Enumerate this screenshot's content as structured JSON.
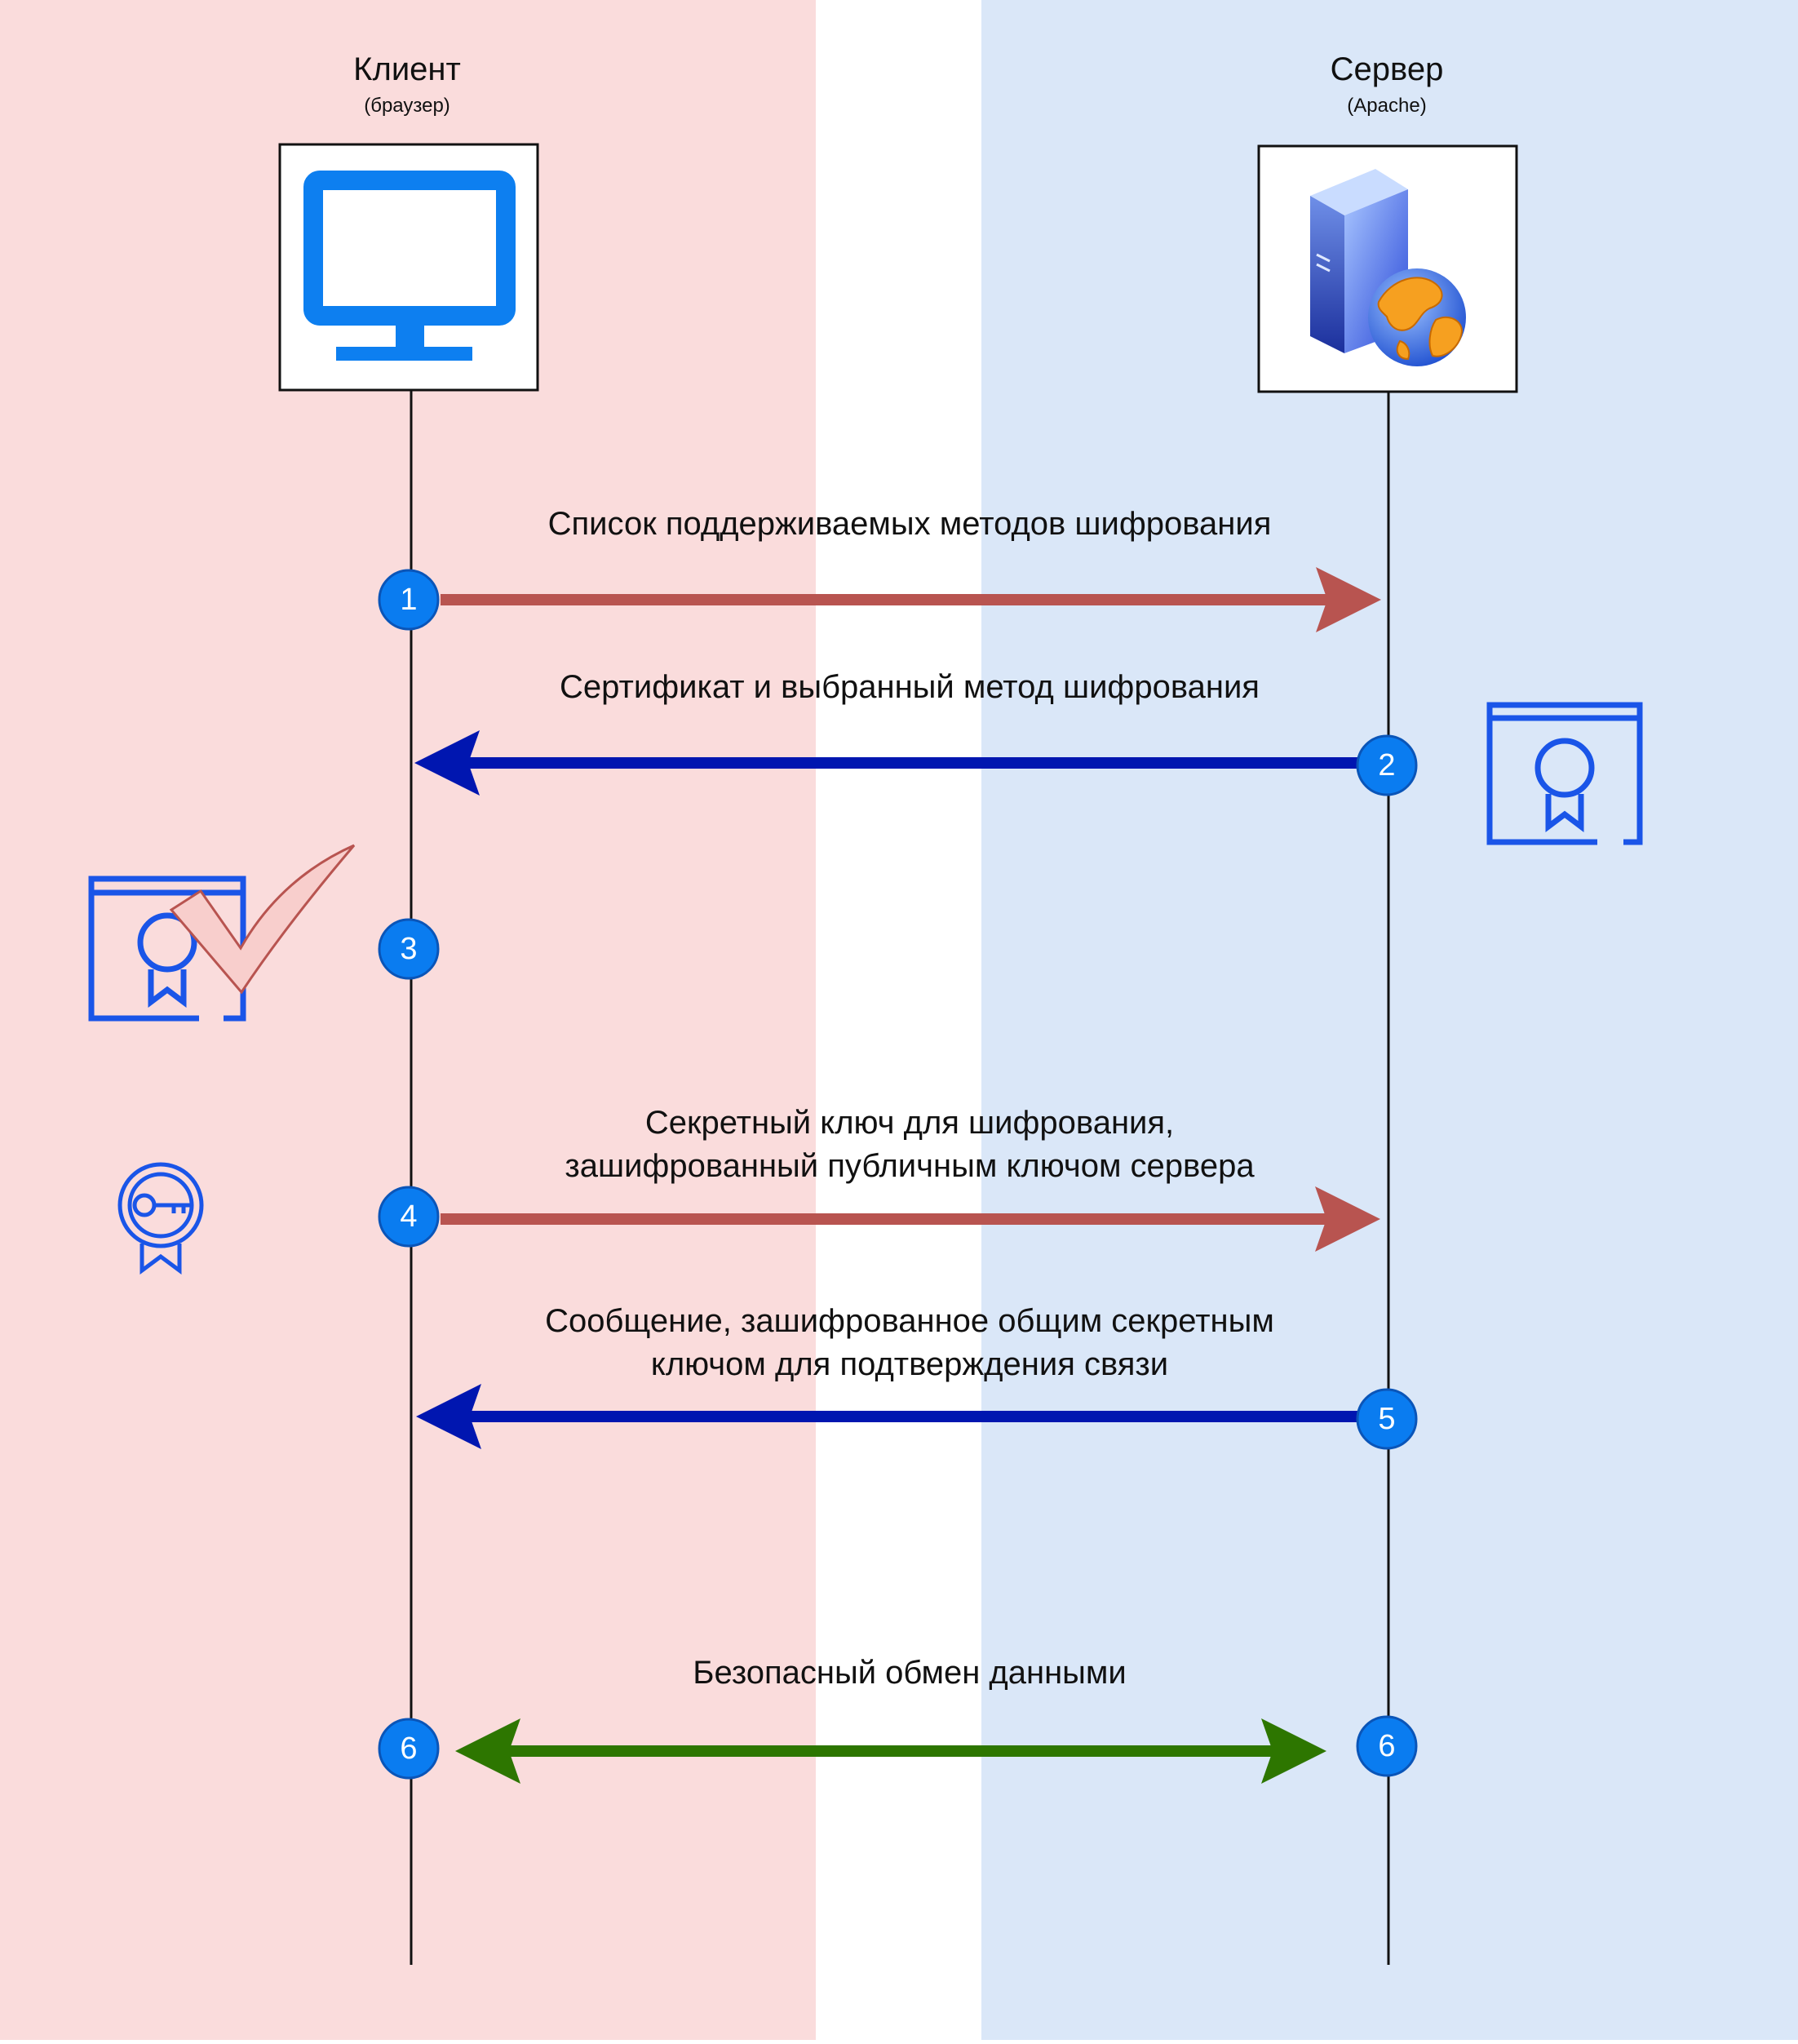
{
  "colors": {
    "client_zone": "#fadcdc",
    "server_zone": "#dae7f8",
    "red_arrow": "#b85450",
    "blue_arrow": "#0016b0",
    "green_arrow": "#2d7600",
    "badge": "#0a7cf0",
    "cert_blue": "#1a55e8"
  },
  "actors": {
    "client": {
      "title": "Клиент",
      "subtitle": "(браузер)",
      "icon": "monitor-icon"
    },
    "server": {
      "title": "Сервер",
      "subtitle": "(Apache)",
      "icon": "server-globe-icon"
    }
  },
  "steps": [
    {
      "number": "1",
      "text": [
        "Список поддерживаемых методов шифрования"
      ],
      "direction": "client-to-server",
      "color": "red"
    },
    {
      "number": "2",
      "text": [
        "Сертификат и выбранный метод шифрования"
      ],
      "direction": "server-to-client",
      "color": "blue"
    },
    {
      "number": "3",
      "text": [],
      "note": "certificate-verified"
    },
    {
      "number": "4",
      "text": [
        "Секретный ключ для шифрования,",
        "зашифрованный публичным ключом сервера"
      ],
      "direction": "client-to-server",
      "color": "red"
    },
    {
      "number": "5",
      "text": [
        "Сообщение, зашифрованное общим секретным",
        "ключом для подтверждения связи"
      ],
      "direction": "server-to-client",
      "color": "blue"
    },
    {
      "number": "6",
      "text": [
        "Безопасный обмен данными"
      ],
      "direction": "both",
      "color": "green"
    }
  ]
}
